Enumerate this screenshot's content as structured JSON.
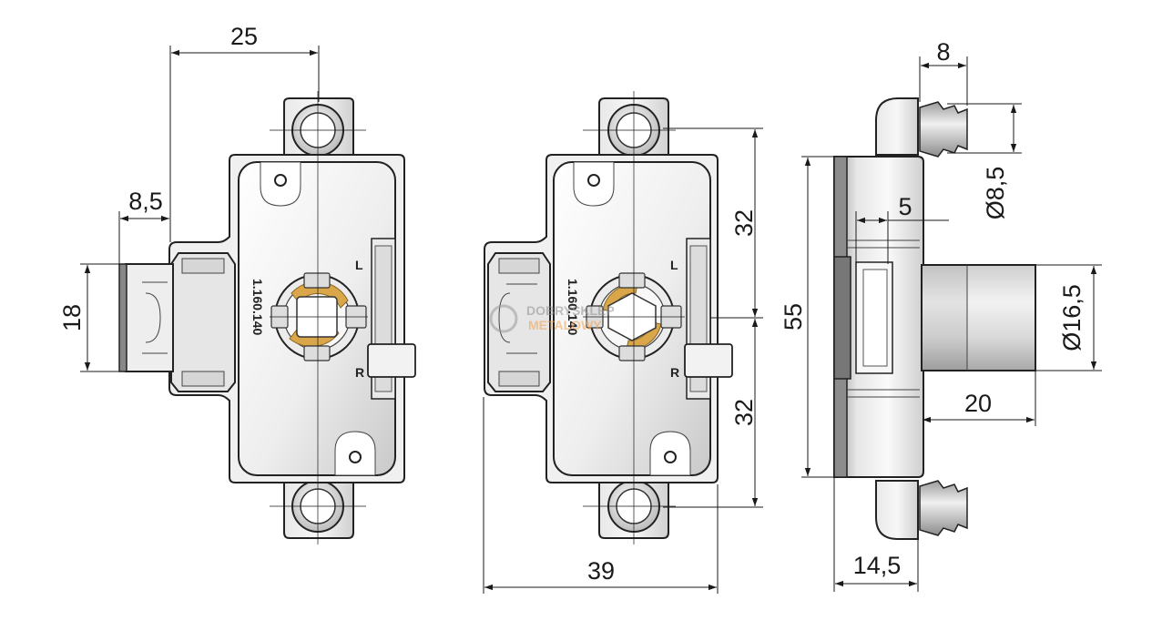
{
  "dimensions": {
    "left_width": "25",
    "left_offset": "8,5",
    "left_height": "18",
    "middle_upper": "32",
    "middle_lower": "32",
    "middle_width": "39",
    "right_depth": "8",
    "right_pin_dia": "Ø8,5",
    "right_gap": "5",
    "right_height": "55",
    "right_cyl_dia": "Ø16,5",
    "right_cyl_len": "20",
    "right_body_width": "14,5"
  },
  "stamps": {
    "part_number": "1.160.140",
    "mark_l": "L",
    "mark_r": "R"
  },
  "watermark": {
    "line1": "DOBRYSKLEP",
    "line2": "METALOWY"
  },
  "colors": {
    "line": "#1a1a1a",
    "body_light": "#f4f4f4",
    "body_shade": "#c8c8c8",
    "cam_gold": "#d9a64a",
    "watermark_orange": "#f0a050"
  }
}
